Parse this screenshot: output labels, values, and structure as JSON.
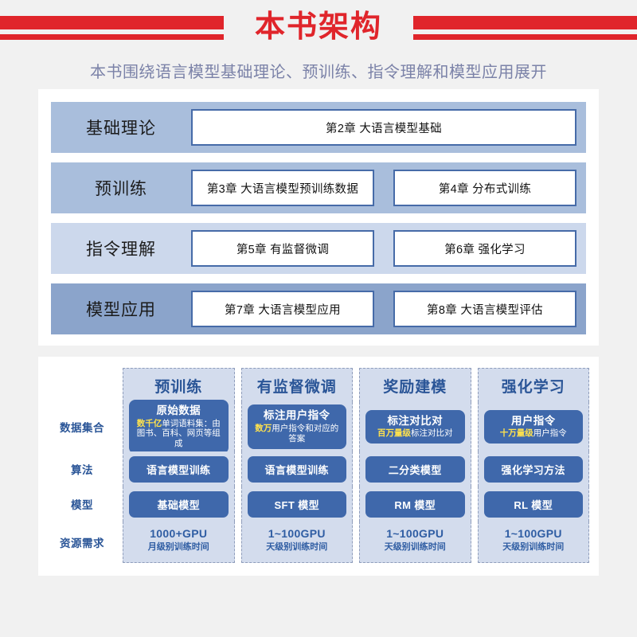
{
  "header": {
    "title": "本书架构",
    "subtitle": "本书围绕语言模型基础理论、预训练、指令理解和模型应用展开",
    "accent_color": "#e0252b",
    "subtitle_color": "#7b82a8"
  },
  "structure": {
    "rows": [
      {
        "label": "基础理论",
        "band_color": "#a9bedc",
        "chapters": [
          "第2章  大语言模型基础"
        ]
      },
      {
        "label": "预训练",
        "band_color": "#a9bedc",
        "chapters": [
          "第3章  大语言模型预训练数据",
          "第4章  分布式训练"
        ]
      },
      {
        "label": "指令理解",
        "band_color": "#ccd8ec",
        "chapters": [
          "第5章  有监督微调",
          "第6章  强化学习"
        ]
      },
      {
        "label": "模型应用",
        "band_color": "#8ba4cb",
        "chapters": [
          "第7章  大语言模型应用",
          "第8章  大语言模型评估"
        ]
      }
    ]
  },
  "pipeline": {
    "columns": [
      "预训练",
      "有监督微调",
      "奖励建模",
      "强化学习"
    ],
    "row_labels": [
      "数据集合",
      "算法",
      "模型",
      "资源需求"
    ],
    "dataset": [
      {
        "title": "原始数据",
        "highlight": "数千亿",
        "sub": "单词语料集：由图书、百科、网页等组成"
      },
      {
        "title": "标注用户指令",
        "highlight": "数万",
        "sub": "用户指令和对应的答案"
      },
      {
        "title": "标注对比对",
        "highlight": "百万量级",
        "sub": "标注对比对"
      },
      {
        "title": "用户指令",
        "highlight": "十万量级",
        "sub": "用户指令"
      }
    ],
    "algorithm": [
      "语言模型训练",
      "语言模型训练",
      "二分类模型",
      "强化学习方法"
    ],
    "model": [
      "基础模型",
      "SFT 模型",
      "RM 模型",
      "RL 模型"
    ],
    "resource": [
      {
        "main": "1000+GPU",
        "sub": "月级别训练时间"
      },
      {
        "main": "1~100GPU",
        "sub": "天级别训练时间"
      },
      {
        "main": "1~100GPU",
        "sub": "天级别训练时间"
      },
      {
        "main": "1~100GPU",
        "sub": "天级别训练时间"
      }
    ]
  },
  "colors": {
    "page_background": "#f1f1f1",
    "card_background": "#ffffff",
    "chip_blue": "#3f68ab",
    "panel_blue": "#d3dced",
    "heading_blue": "#2a5597",
    "highlight_yellow": "#ffe24d",
    "chapter_border": "#466ba8"
  }
}
